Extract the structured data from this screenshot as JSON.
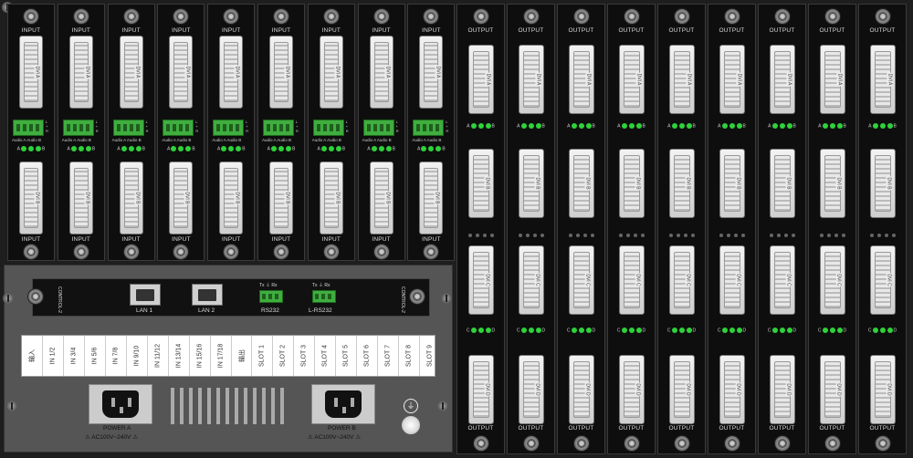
{
  "colors": {
    "panel_black": "#0e0e0e",
    "led_green": "#2ed23a",
    "terminal_green": "#3fae3f",
    "control_plate": "#555555"
  },
  "input_cards": {
    "count": 9,
    "top_label": "INPUT",
    "bottom_label": "INPUT",
    "dvi_a": "DVI A",
    "dvi_b": "DVI B",
    "audio_a": "Audio A",
    "audio_b": "Audio B",
    "led_left": "A",
    "led_right": "B",
    "audio_side": [
      "L",
      "+",
      "R"
    ]
  },
  "output_cards": {
    "count": 9,
    "top_label": "OUTPUT",
    "bottom_label": "OUTPUT",
    "dvi_labels": [
      "DVI A",
      "DVI B",
      "DVI C",
      "DVI D"
    ],
    "led_pair_1": [
      "A",
      "B"
    ],
    "led_pair_2": [
      "C",
      "D"
    ]
  },
  "control": {
    "left_label": "CONTROL-2",
    "right_label": "CONTROL-2",
    "lan1": "LAN 1",
    "lan2": "LAN 2",
    "rs232": "RS232",
    "lrs232": "L-RS232",
    "tx": "Tx",
    "ground_sym": "⏚",
    "rx": "Rx"
  },
  "mapping": {
    "inputs_header": "输入",
    "inputs": [
      "IN 1/2",
      "IN 3/4",
      "IN 5/6",
      "IN 7/8",
      "IN 9/10",
      "IN 11/12",
      "IN 13/14",
      "IN 15/16",
      "IN 17/18"
    ],
    "outputs_header": "输出",
    "outputs": [
      "SLOT 1",
      "SLOT 2",
      "SLOT 3",
      "SLOT 4",
      "SLOT 5",
      "SLOT 6",
      "SLOT 7",
      "SLOT 8",
      "SLOT 9"
    ]
  },
  "power": {
    "a_name": "POWER A",
    "a_spec": "⚠ AC100V~240V ⚠",
    "b_name": "POWER B",
    "b_spec": "⚠ AC100V~240V ⚠",
    "ground": "⏚"
  }
}
